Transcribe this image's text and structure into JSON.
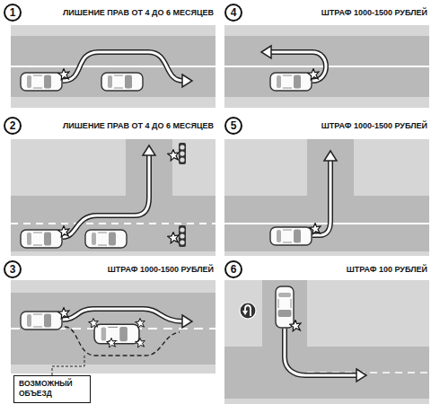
{
  "diagram": {
    "nodes": [
      {
        "text": [
          "1"
        ]
      },
      {
        "text": [
          "2"
        ]
      },
      {
        "text": [
          "3"
        ]
      },
      {
        "text": [
          "ВОЗМОЖНЫЙ ОБЪЕЗД"
        ]
      },
      {
        "text": [
          "4"
        ]
      },
      {
        "text": [
          "5"
        ]
      },
      {
        "text": [
          "6"
        ]
      }
    ],
    "labels": [
      "ЛИШЕНИЕ ПРАВ ОТ 4 ДО 6 МЕСЯЦЕВ",
      "ЛИШЕНИЕ ПРАВ ОТ 4 ДО 6 МЕСЯЦЕВ",
      "ШТРАФ 1000-1500 РУБЛЕЙ",
      "ШТРАФ 1000-1500 РУБЛЕЙ",
      "ШТРАФ 1000-1500 РУБЛЕЙ",
      "ШТРАФ 100 РУБЛЕЙ"
    ]
  }
}
